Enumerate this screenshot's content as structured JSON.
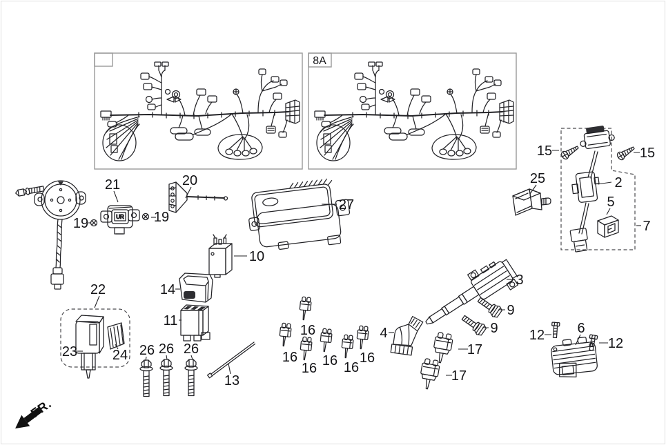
{
  "figure": {
    "frame1_label": "",
    "frame2_label": "8A",
    "direction_label": "FR.",
    "part21_marking": "UR"
  },
  "callout_labels": {
    "p2": "2",
    "p3": "3",
    "p4": "4",
    "p5": "5",
    "p6": "6",
    "p7": "7",
    "p9": "9",
    "p10": "10",
    "p11": "11",
    "p12": "12",
    "p13": "13",
    "p14": "14",
    "p15": "15",
    "p16": "16",
    "p17": "17",
    "p19": "19",
    "p20": "20",
    "p21": "21",
    "p22": "22",
    "p23": "23",
    "p24": "24",
    "p25": "25",
    "p26": "26",
    "p27": "27"
  },
  "callout_counts": {
    "2": 1,
    "3": 1,
    "4": 1,
    "5": 1,
    "6": 1,
    "7": 1,
    "9": 2,
    "10": 1,
    "11": 1,
    "12": 2,
    "13": 1,
    "14": 1,
    "15": 2,
    "16": 6,
    "17": 2,
    "19": 2,
    "20": 1,
    "21": 1,
    "22": 1,
    "23": 1,
    "24": 1,
    "25": 1,
    "26": 3,
    "27": 1
  }
}
